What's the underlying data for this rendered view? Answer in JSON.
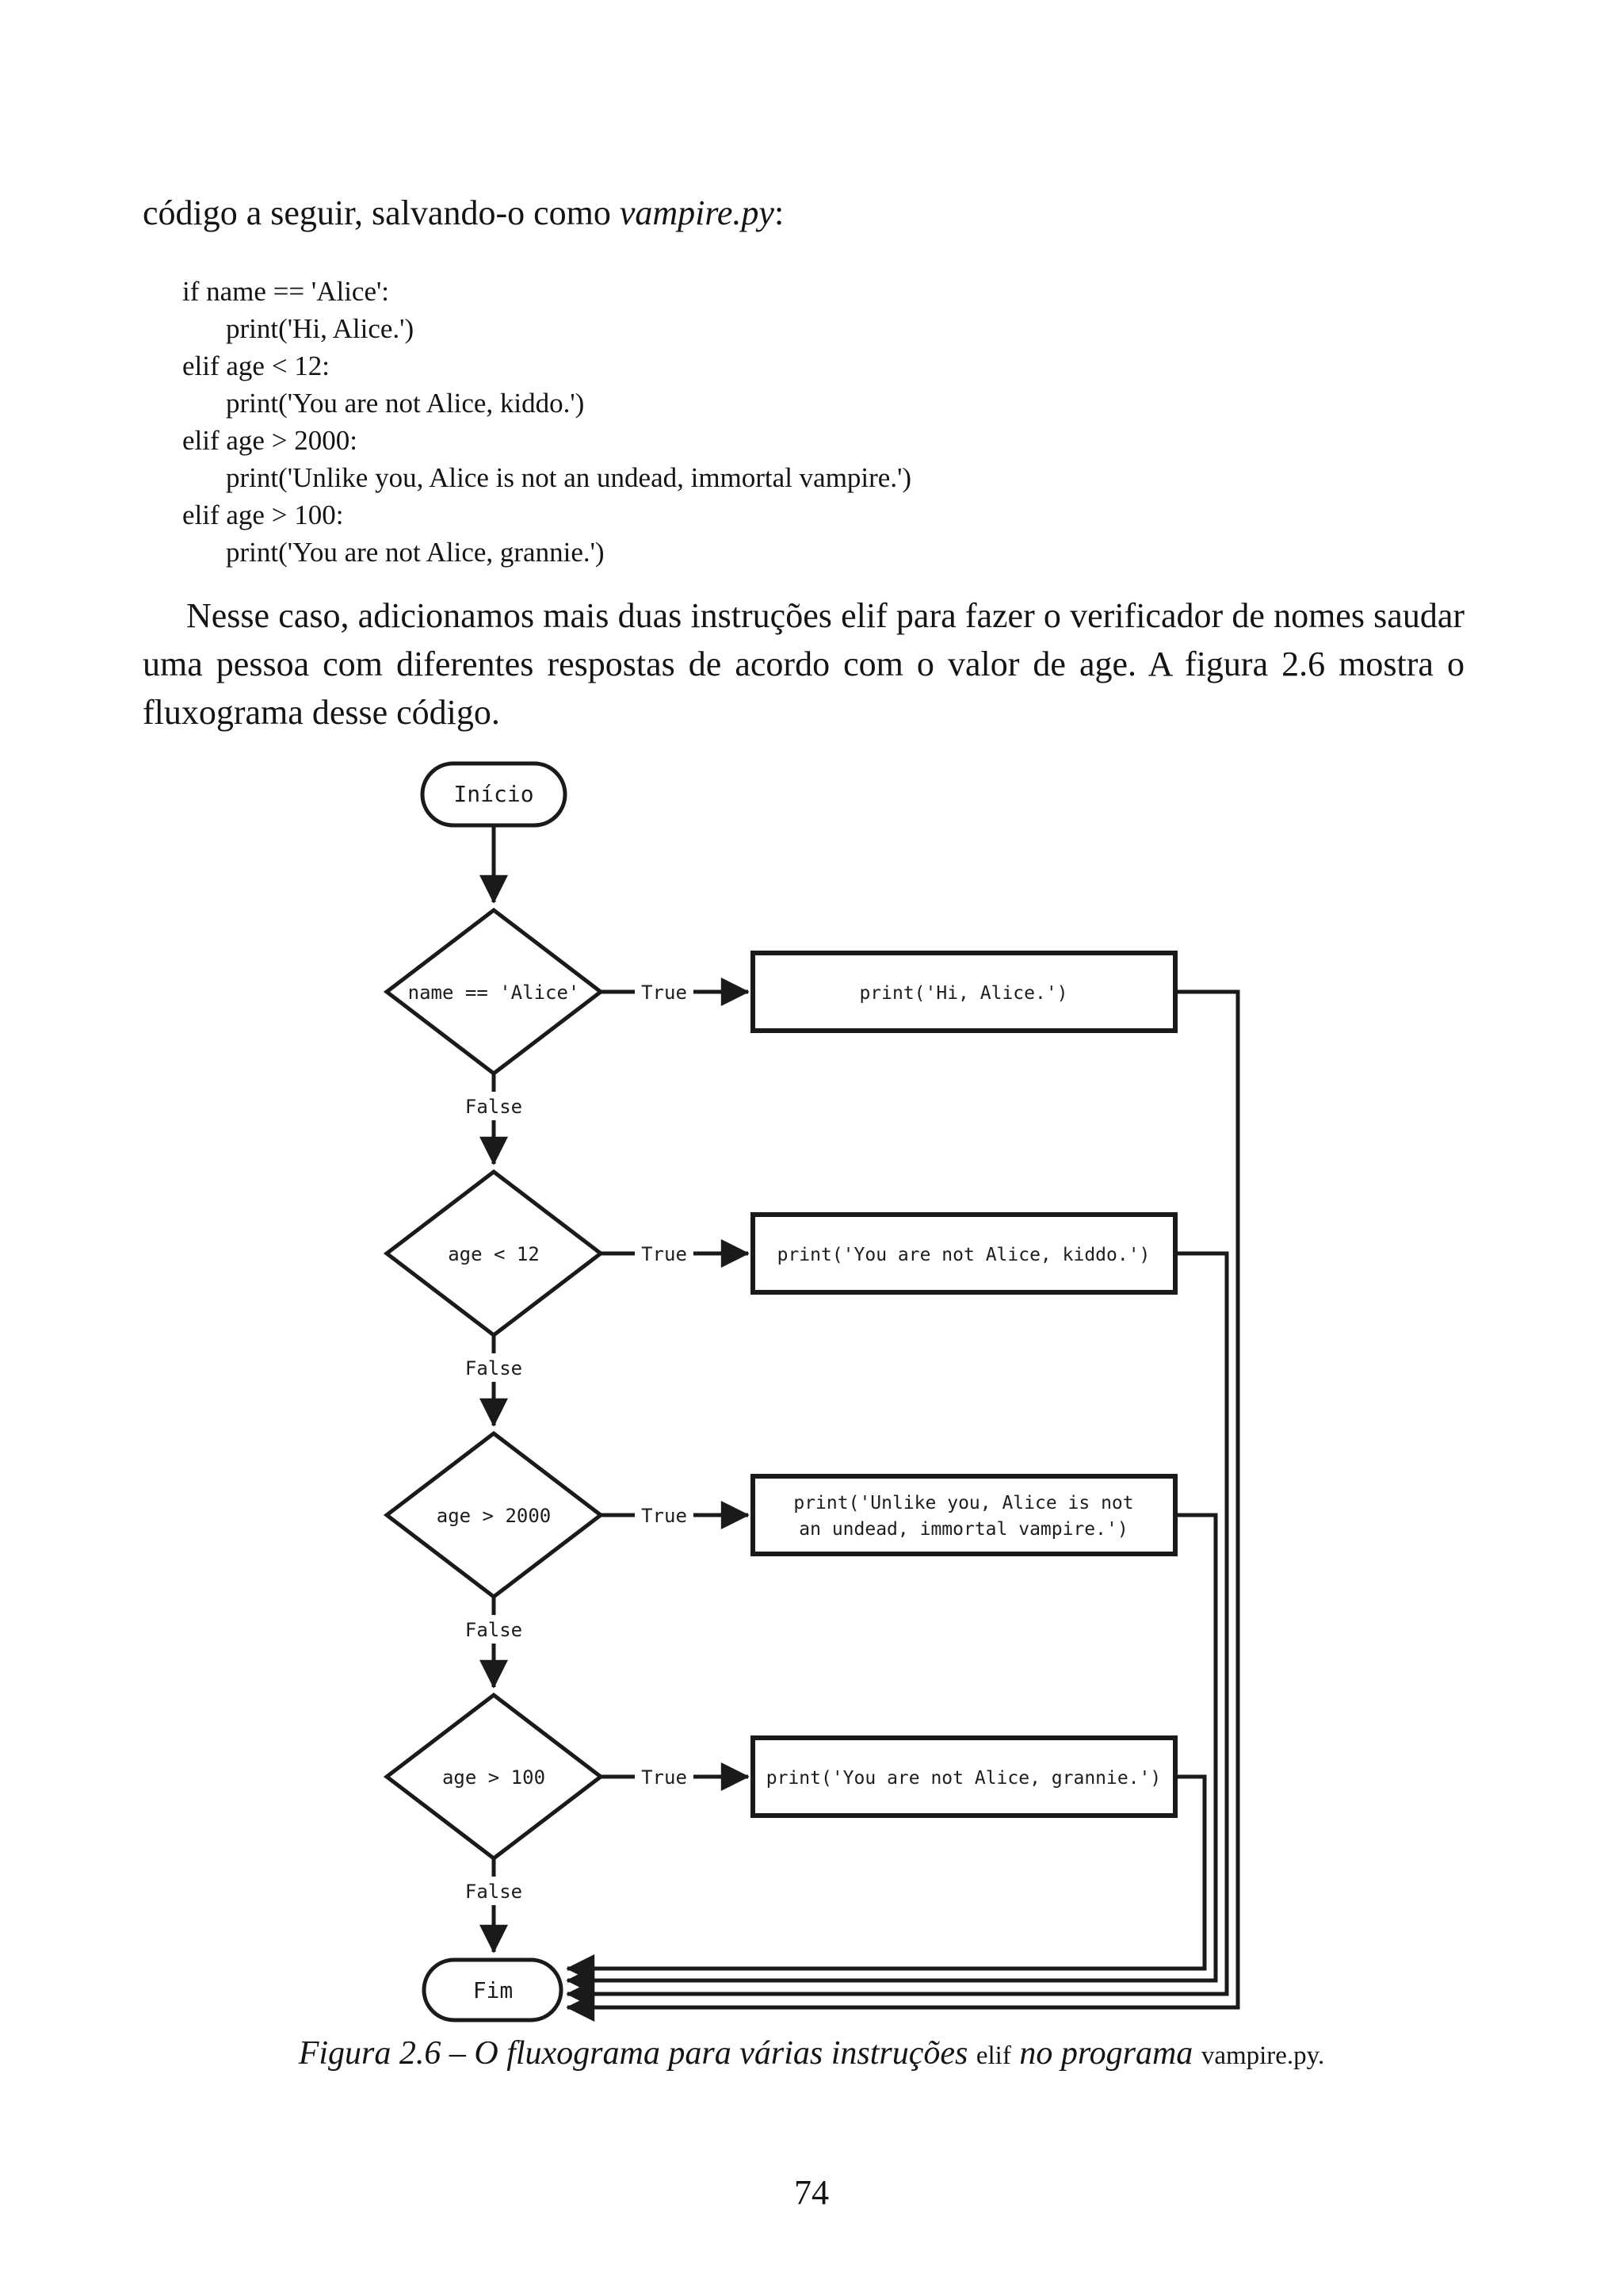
{
  "document": {
    "intro": {
      "text_before": "código a seguir, salvando-o como ",
      "filename": "vampire.py",
      "text_after": ":"
    },
    "code_lines": [
      "if name == 'Alice':",
      "print('Hi, Alice.')",
      "elif age < 12:",
      "print('You are not Alice, kiddo.')",
      "elif age > 2000:",
      "print('Unlike you, Alice is not an undead, immortal vampire.')",
      "elif age > 100:",
      "print('You are not Alice, grannie.')"
    ],
    "paragraph": {
      "part1": "Nesse caso, adicionamos mais duas instruções ",
      "code1": "elif",
      "part2": " para fazer o verificador de nomes saudar uma pessoa com diferentes respostas de acordo com o valor de ",
      "code2": "age",
      "part3": ". A figura 2.6 mostra o fluxograma desse código."
    },
    "caption": {
      "part1": "Figura 2.6 – O fluxograma para várias instruções ",
      "code1": "elif",
      "part2": " no programa ",
      "code2": "vampire.py."
    },
    "page_number": "74"
  },
  "flowchart": {
    "start_label": "Início",
    "end_label": "Fim",
    "true_label": "True",
    "false_label": "False",
    "decisions": [
      "name == 'Alice'",
      "age < 12",
      "age > 2000",
      "age > 100"
    ],
    "boxes": {
      "box1": "print('Hi, Alice.')",
      "box2": "print('You are not Alice, kiddo.')",
      "box3_line1": "print('Unlike you, Alice is not",
      "box3_line2": "an undead, immortal vampire.')",
      "box4": "print('You are not Alice, grannie.')"
    }
  }
}
